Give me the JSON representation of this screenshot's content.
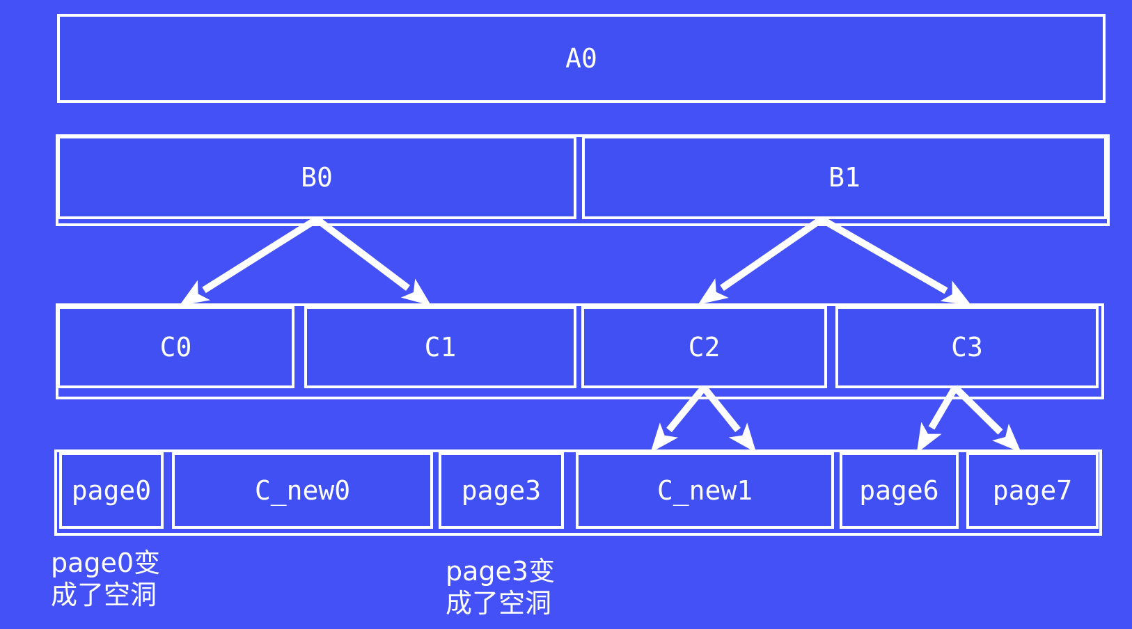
{
  "colors": {
    "background": "#4351F6",
    "box_fill": "#4050F3",
    "border": "#FFFFFF",
    "text": "#FFFFFF"
  },
  "rows": {
    "level_a": {
      "blocks": [
        {
          "label": "A0"
        }
      ]
    },
    "level_b": {
      "blocks": [
        {
          "label": "B0"
        },
        {
          "label": "B1"
        }
      ]
    },
    "level_c": {
      "blocks": [
        {
          "label": "C0"
        },
        {
          "label": "C1"
        },
        {
          "label": "C2"
        },
        {
          "label": "C3"
        }
      ]
    },
    "level_pages": {
      "blocks": [
        {
          "label": "page0"
        },
        {
          "label": "C_new0"
        },
        {
          "label": "page3"
        },
        {
          "label": "C_new1"
        },
        {
          "label": "page6"
        },
        {
          "label": "page7"
        }
      ]
    }
  },
  "annotations": [
    {
      "lines": [
        "page0变",
        "成了空洞"
      ]
    },
    {
      "lines": [
        "page3变",
        "成了空洞"
      ]
    }
  ]
}
